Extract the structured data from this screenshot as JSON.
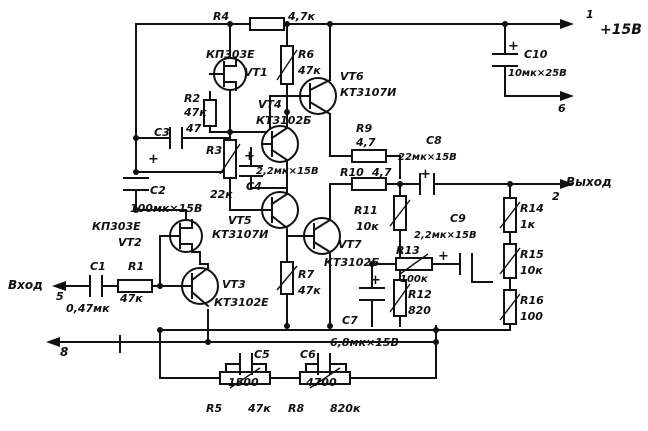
{
  "colors": {
    "ink": "#111111",
    "paper": "#ffffff"
  },
  "supply": {
    "label": "+15В",
    "pin": "1"
  },
  "input": {
    "label": "Вход",
    "pin": "5"
  },
  "output": {
    "label": "Выход",
    "pin": "2"
  },
  "ground": {
    "pin": "8"
  },
  "c10_pin": "6",
  "parts": {
    "R4": {
      "ref": "R4",
      "value": "4,7к"
    },
    "R6": {
      "ref": "R6",
      "value": "47к"
    },
    "R2": {
      "ref": "R2",
      "value": "47к"
    },
    "R3": {
      "ref": "R3",
      "value": "22к"
    },
    "R1": {
      "ref": "R1",
      "value": "47к"
    },
    "R7": {
      "ref": "R7",
      "value": "47к"
    },
    "R9": {
      "ref": "R9",
      "value": "4,7"
    },
    "R10": {
      "ref": "R10",
      "value": "4,7"
    },
    "R11": {
      "ref": "R11",
      "value": "10к"
    },
    "R12": {
      "ref": "R12",
      "value": "820"
    },
    "R13": {
      "ref": "R13",
      "value": "100к"
    },
    "R14": {
      "ref": "R14",
      "value": "1к"
    },
    "R15": {
      "ref": "R15",
      "value": "10к"
    },
    "R16": {
      "ref": "R16",
      "value": "100"
    },
    "R5": {
      "ref": "R5",
      "value": "47к"
    },
    "R8": {
      "ref": "R8",
      "value": "820к"
    },
    "C1": {
      "ref": "C1",
      "value": "0,47мк"
    },
    "C2": {
      "ref": "C2",
      "value": "100мк×15В"
    },
    "C3": {
      "ref": "C3",
      "value": "47"
    },
    "C4": {
      "ref": "C4",
      "value": "2,2мк×15В"
    },
    "C5": {
      "ref": "C5",
      "value": "1500"
    },
    "C6": {
      "ref": "C6",
      "value": "4700"
    },
    "C7": {
      "ref": "C7",
      "value": "6,8мк×15В"
    },
    "C8": {
      "ref": "C8",
      "value": "22мк×15В"
    },
    "C9": {
      "ref": "C9",
      "value": "2,2мк×15В"
    },
    "C10": {
      "ref": "C10",
      "value": "10мк×25В"
    },
    "VT1": {
      "ref": "VT1",
      "type": "КП303Е"
    },
    "VT2": {
      "ref": "VT2",
      "type": "КП303Е"
    },
    "VT3": {
      "ref": "VT3",
      "type": "КТ3102Е"
    },
    "VT4": {
      "ref": "VT4",
      "type": "КТ3102Б"
    },
    "VT5": {
      "ref": "VT5",
      "type": "КТ3107И"
    },
    "VT6": {
      "ref": "VT6",
      "type": "КТ3107И"
    },
    "VT7": {
      "ref": "VT7",
      "type": "КТ3102Б"
    }
  },
  "plus_sign": "+"
}
